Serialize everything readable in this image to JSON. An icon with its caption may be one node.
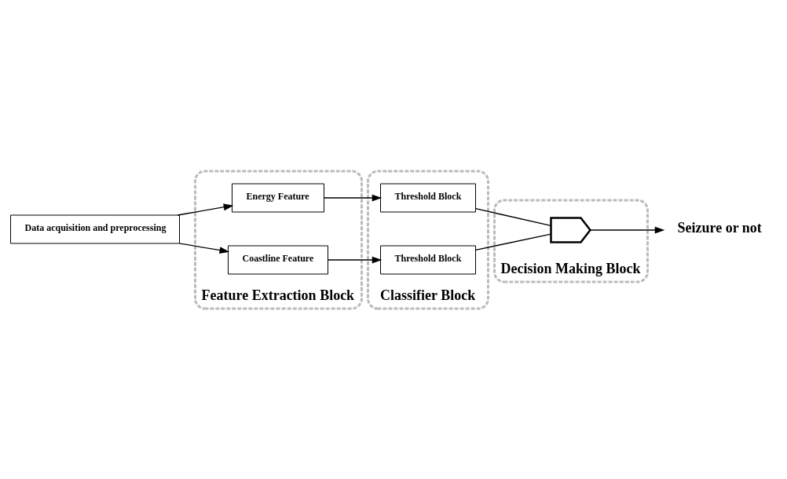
{
  "diagram": {
    "nodes": [
      {
        "text": [
          "Data acquisition and preprocessing"
        ]
      },
      {
        "text": [
          "Feature Extraction Block"
        ]
      },
      {
        "text": [
          "Energy Feature"
        ],
        "in": 1
      },
      {
        "text": [
          "Coastline Feature"
        ],
        "in": 1
      },
      {
        "text": [
          "Classifier Block"
        ]
      },
      {
        "text": [
          "Threshold Block"
        ],
        "in": 4
      },
      {
        "text": [
          "Threshold Block"
        ],
        "in": 4
      },
      {
        "text": [
          "Decision Making Block"
        ]
      },
      {
        "text": [],
        "shape": "gate",
        "in": 7
      },
      {
        "text": [
          "Seizure or not"
        ]
      }
    ],
    "edges": [
      {
        "from": 0,
        "to": 2,
        "arrow": "to"
      },
      {
        "from": 0,
        "to": 3,
        "arrow": "to"
      },
      {
        "from": 2,
        "to": 5,
        "arrow": "to"
      },
      {
        "from": 3,
        "to": 6,
        "arrow": "to"
      },
      {
        "from": 5,
        "to": 8,
        "arrow": "none"
      },
      {
        "from": 6,
        "to": 8,
        "arrow": "none"
      },
      {
        "from": 8,
        "to": 9,
        "arrow": "to"
      }
    ]
  }
}
